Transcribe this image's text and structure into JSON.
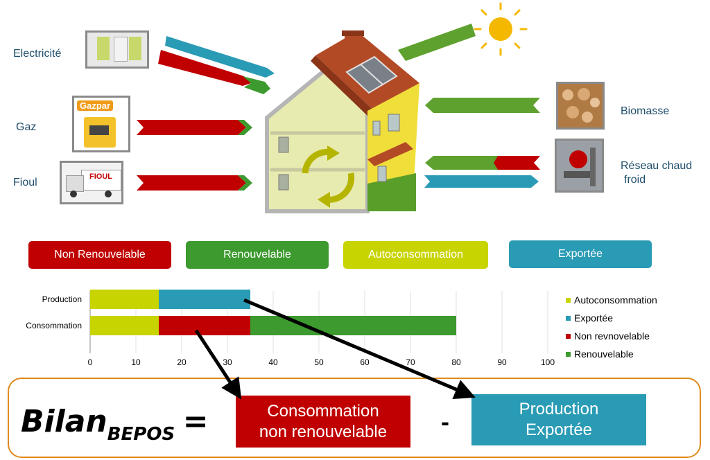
{
  "sources": {
    "electricite": "Electricité",
    "gaz": "Gaz",
    "fioul": "Fioul",
    "biomasse": "Biomasse",
    "reseau_line1": "Réseau chaud",
    "reseau_line2": "froid",
    "gazpar": "Gazpar",
    "fioul_truck": "FIOUL"
  },
  "legend_buttons": {
    "non_renouvelable": "Non Renouvelable",
    "renouvelable": "Renouvelable",
    "autoconsommation": "Autoconsommation",
    "exportee": "Exportée"
  },
  "colors": {
    "non_renouvelable": "#c00000",
    "renouvelable": "#3c9a2e",
    "autoconsommation": "#c8d400",
    "exportee": "#2a9bb5"
  },
  "chart_data": {
    "type": "bar",
    "orientation": "horizontal",
    "stacked": true,
    "categories": [
      "Production",
      "Consommation"
    ],
    "series": [
      {
        "name": "Autoconsommation",
        "values": [
          15,
          15
        ],
        "color": "#c8d400"
      },
      {
        "name": "Exportée",
        "values": [
          20,
          0
        ],
        "color": "#2a9bb5"
      },
      {
        "name": "Non revnovelable",
        "values": [
          0,
          20
        ],
        "color": "#c00000"
      },
      {
        "name": "Renouvelable",
        "values": [
          0,
          45
        ],
        "color": "#3c9a2e"
      }
    ],
    "xlim": [
      0,
      100
    ],
    "xticks": [
      "0",
      "10",
      "20",
      "30",
      "40",
      "50",
      "60",
      "70",
      "80",
      "90",
      "100"
    ],
    "grid": true,
    "legend_position": "right"
  },
  "formula": {
    "bilan": "Bilan",
    "subscript": "BEPOS",
    "equals": "=",
    "minus": "-",
    "box1_line1": "Consommation",
    "box1_line2": "non renouvelable",
    "box2_line1": "Production",
    "box2_line2": "Exportée"
  }
}
